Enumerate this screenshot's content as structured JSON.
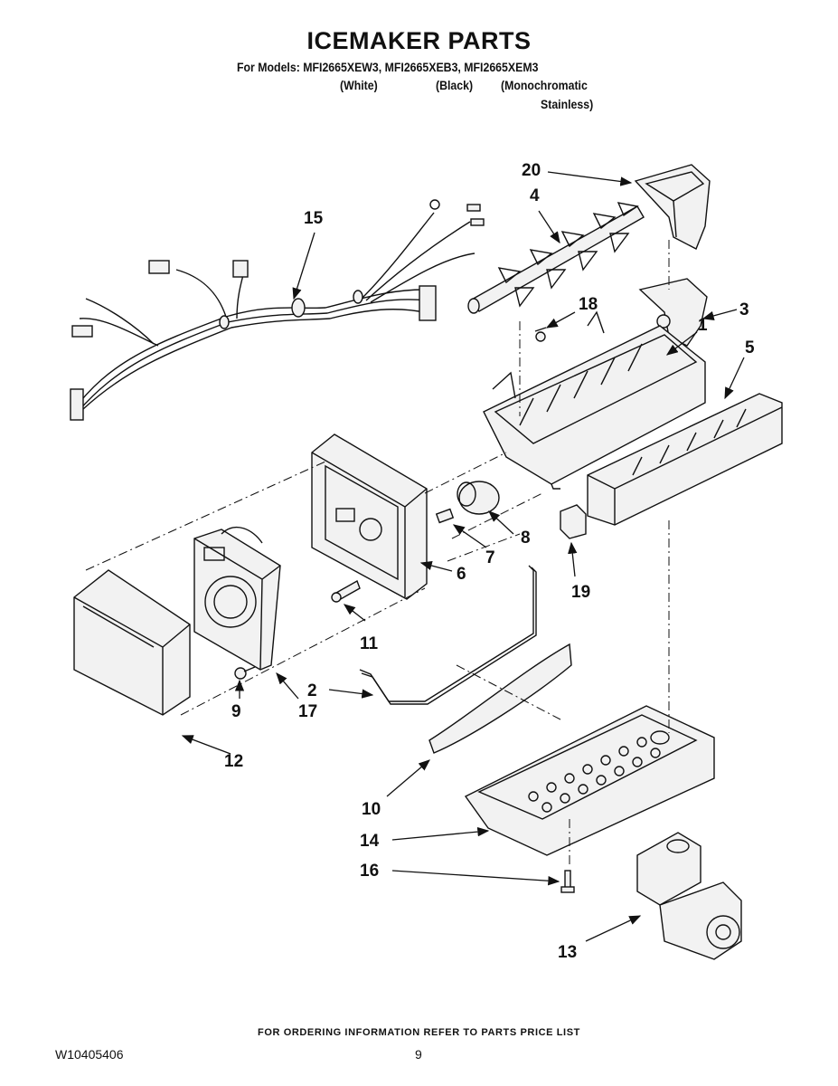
{
  "header": {
    "title": "ICEMAKER PARTS",
    "models_line": "For Models: MFI2665XEW3, MFI2665XEB3, MFI2665XEM3",
    "variant_white": "(White)",
    "variant_black": "(Black)",
    "variant_mono_line1": "(Monochromatic",
    "variant_mono_line2": "Stainless)"
  },
  "callouts": [
    "1",
    "2",
    "3",
    "4",
    "5",
    "6",
    "7",
    "8",
    "9",
    "10",
    "11",
    "12",
    "13",
    "14",
    "15",
    "16",
    "17",
    "18",
    "19",
    "20"
  ],
  "footer": {
    "ordering_note": "FOR ORDERING INFORMATION REFER TO PARTS PRICE LIST",
    "document_number": "W10405406",
    "page_number": "9"
  }
}
